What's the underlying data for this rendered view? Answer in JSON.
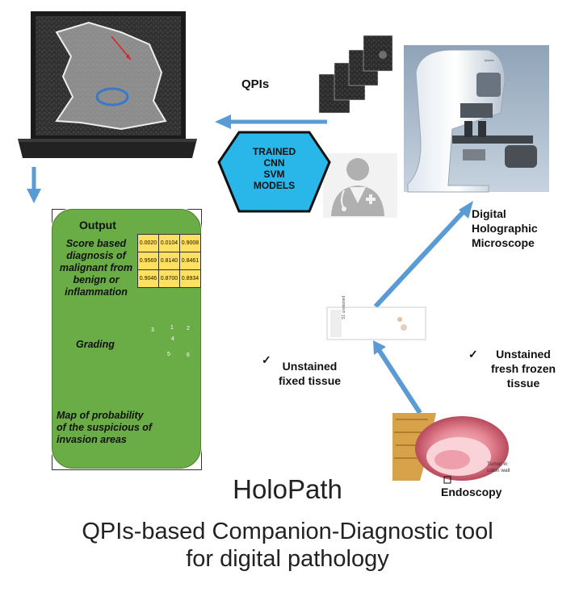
{
  "qpis_label": "QPIs",
  "hexagon_lines": [
    "TRAINED",
    "CNN",
    "SVM",
    "MODELS"
  ],
  "microscope_label_lines": [
    "Digital",
    "Holographic",
    "Microscope"
  ],
  "output": {
    "title": "Output",
    "score_text_lines": [
      "Score based",
      "diagnosis of",
      "malignant  from",
      "benign or",
      "inflammation"
    ],
    "score_table": [
      [
        "0.0020",
        "0.0104",
        "0.9008"
      ],
      [
        "0.9569",
        "0.8140",
        "0.8461"
      ],
      [
        "0.9046",
        "0.8700",
        "0.8934"
      ]
    ],
    "grading_label": "Grading",
    "grading_numbers": [
      "1",
      "2",
      "3",
      "4",
      "5",
      "6"
    ],
    "map_text_lines": [
      "Map of probability",
      "of the suspicious of",
      "invasion  areas"
    ]
  },
  "fixed_tissue": {
    "check": "✓",
    "lines": [
      "Unstained",
      "fixed tissue"
    ]
  },
  "frozen_tissue": {
    "check": "✓",
    "lines": [
      "Unstained",
      "fresh frozen",
      "tissue"
    ]
  },
  "slide_label": "S1 unstained",
  "endoscopy": {
    "label": "Endoscopy",
    "annotation_lines": [
      "Tumor in",
      "colon wall"
    ]
  },
  "title": "HoloPath",
  "subtitle_lines": [
    "QPIs-based  Companion-Diagnostic tool",
    "for digital pathology"
  ],
  "colors": {
    "arrow": "#5b9bd5",
    "panel": "#6aac45",
    "hexagon": "#29b6e8",
    "cell": "#ffe060"
  }
}
